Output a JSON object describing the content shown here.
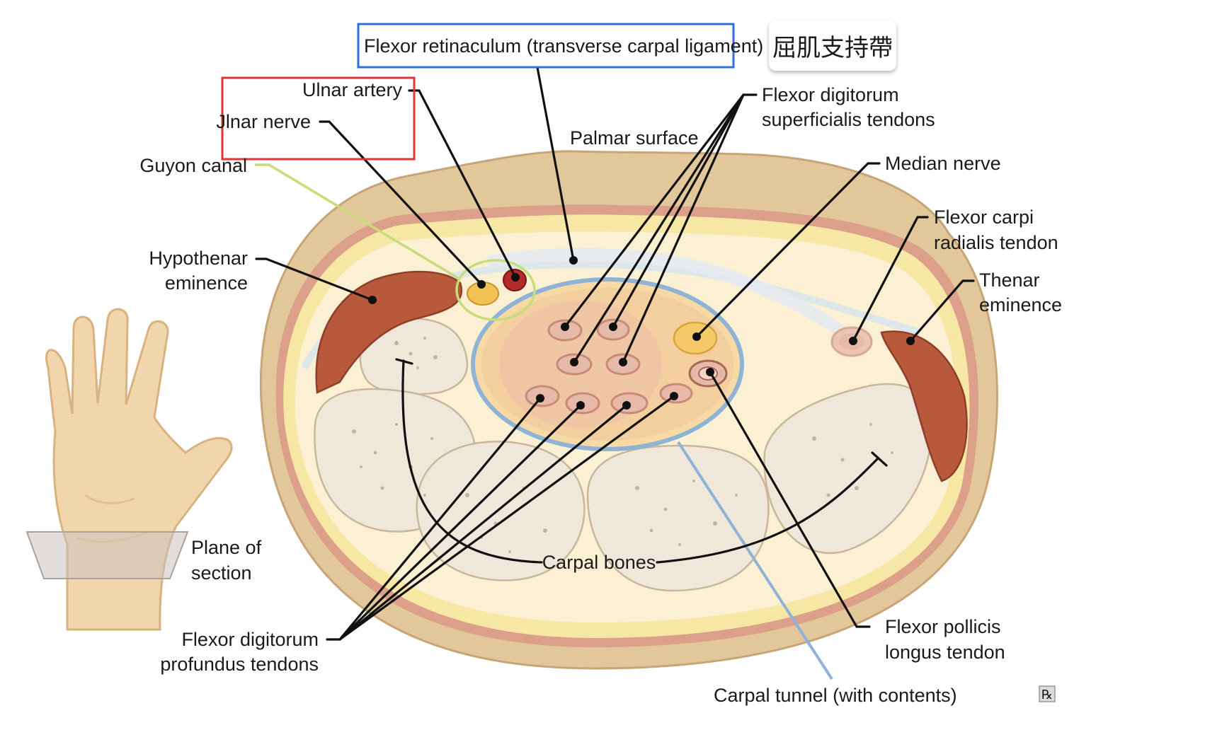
{
  "labels": {
    "flexor_retinaculum": "Flexor retinaculum (transverse carpal ligament)",
    "chinese_note": "屈肌支持帶",
    "ulnar_artery": "Ulnar artery",
    "ulnar_nerve": "Jlnar nerve",
    "guyon_canal": "Guyon canal",
    "palmar_surface": "Palmar surface",
    "fds_line1": "Flexor digitorum",
    "fds_line2": "superficialis tendons",
    "median_nerve": "Median nerve",
    "fcr_line1": "Flexor carpi",
    "fcr_line2": "radialis tendon",
    "thenar_line1": "Thenar",
    "thenar_line2": "eminence",
    "hypothenar_line1": "Hypothenar",
    "hypothenar_line2": "eminence",
    "plane_line1": "Plane of",
    "plane_line2": "section",
    "carpal_bones": "Carpal bones",
    "fdp_line1": "Flexor digitorum",
    "fdp_line2": "profundus tendons",
    "fpl_line1": "Flexor pollicis",
    "fpl_line2": "longus tendon",
    "carpal_tunnel": "Carpal tunnel (with contents)",
    "rx_mark": "℞"
  },
  "colors": {
    "highlight_blue": "#2f6fd6",
    "highlight_red": "#e0343a",
    "guyon_lime": "#c9dc7a",
    "tunnel_blue": "#8fb3d6",
    "muscle": "#b9593b",
    "skin": "#e2c79a"
  }
}
